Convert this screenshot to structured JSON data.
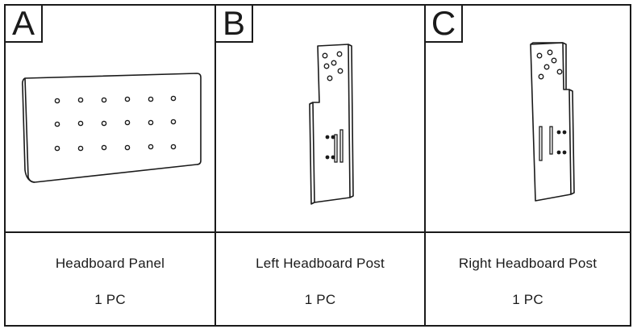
{
  "parts": [
    {
      "letter": "A",
      "name": "Headboard Panel",
      "qty": "1 PC",
      "icon": "headboard-panel-illustration"
    },
    {
      "letter": "B",
      "name": "Left Headboard Post",
      "qty": "1 PC",
      "icon": "left-post-illustration"
    },
    {
      "letter": "C",
      "name": "Right Headboard Post",
      "qty": "1 PC",
      "icon": "right-post-illustration"
    }
  ],
  "colors": {
    "line": "#1a1a1a",
    "background": "#ffffff"
  }
}
